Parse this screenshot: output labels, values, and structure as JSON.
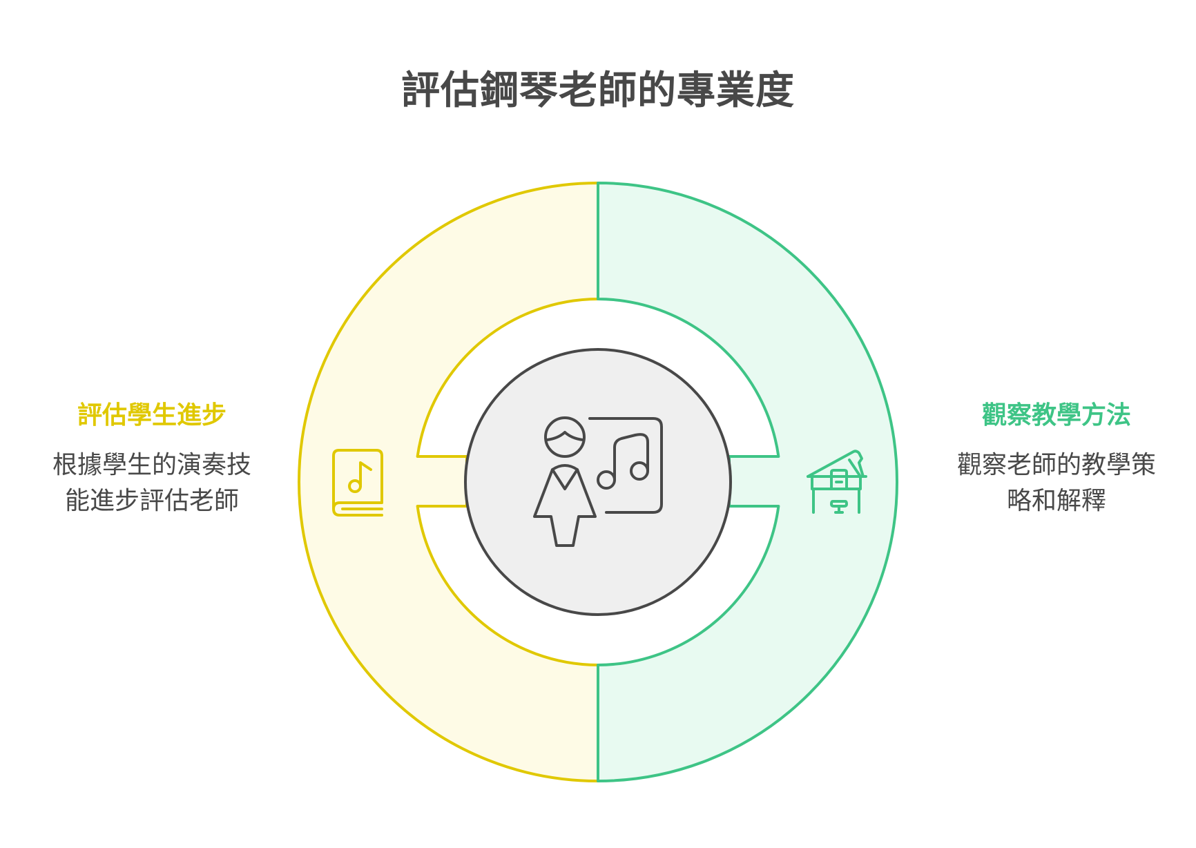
{
  "title": "評估鋼琴老師的專業度",
  "colors": {
    "left_stroke": "#e0c800",
    "left_fill": "#fefbe6",
    "right_stroke": "#3ec486",
    "right_fill": "#e8faf1",
    "center_stroke": "#484848",
    "center_fill": "#efefef",
    "text": "#484848"
  },
  "center": {
    "icon": "teacher-music-board-icon"
  },
  "sections": [
    {
      "id": "left",
      "heading": "評估學生進步",
      "description_line1": "根據學生的演奏技",
      "description_line2": "能進步評估老師",
      "icon": "music-book-icon"
    },
    {
      "id": "right",
      "heading": "觀察教學方法",
      "description_line1": "觀察老師的教學策",
      "description_line2": "略和解釋",
      "icon": "grand-piano-icon"
    }
  ]
}
